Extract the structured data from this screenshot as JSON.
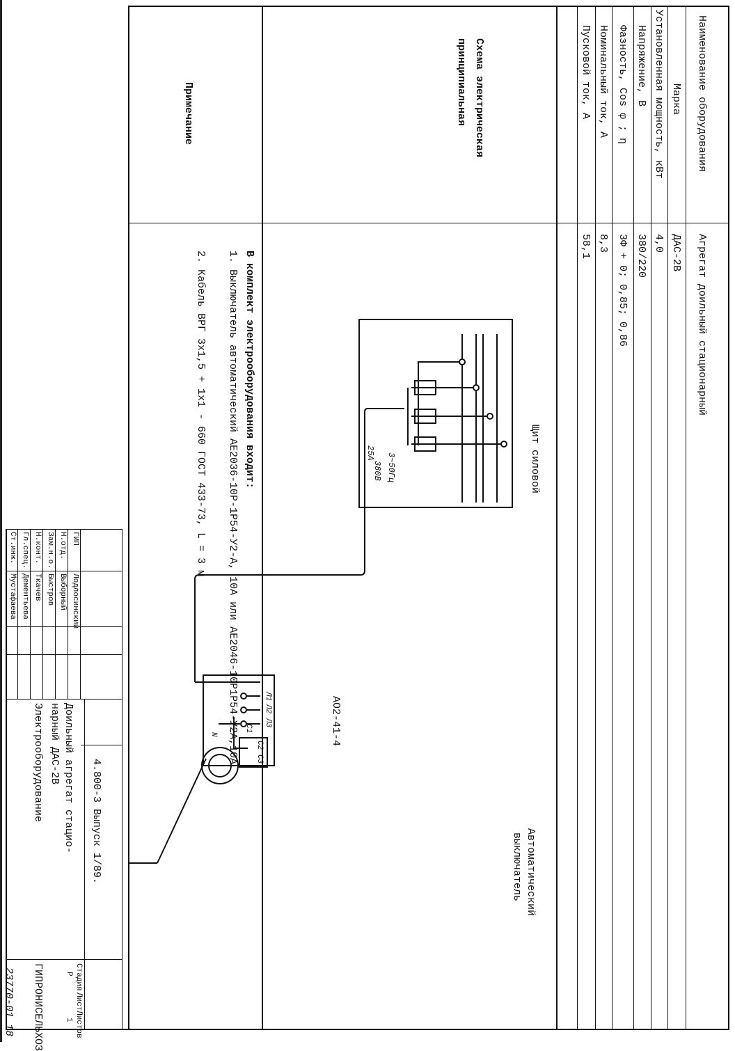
{
  "spec_table": {
    "rows": [
      {
        "label": "Наименование оборудования",
        "value": "Агрегат доильный стационарный"
      },
      {
        "label": "Марка",
        "value": "ДАС-2В"
      },
      {
        "label": "Установленная мощность, кВт",
        "value": "4,0"
      },
      {
        "label": "Напряжение, В",
        "value": "380/220"
      },
      {
        "label": "Фазность, Cos φ ; η",
        "value": "3Ф + 0; 0,85; 0,86"
      },
      {
        "label": "Номинальный ток, А",
        "value": "8,3"
      },
      {
        "label": "Пусковой ток, А",
        "value": "58,1"
      }
    ]
  },
  "schema": {
    "label_line1": "Схема электрическая",
    "label_line2": "принципиальная",
    "panel_title": "Щит силовой",
    "panel_spec1": "3~50Гц",
    "panel_spec2": "380В",
    "panel_spec3": "25А",
    "breaker_label_line1": "Автоматический",
    "breaker_label_line2": "выключатель",
    "terminal_labels": [
      "Л1",
      "Л2",
      "Л3",
      "N",
      "С1",
      "С2",
      "С3"
    ],
    "motor_label": "АО2-41-4"
  },
  "note": {
    "label": "Примечание",
    "heading": "В комплект электрооборудования входит:",
    "items": [
      "1. Выключатель автоматический АЕ2036-10Р-1Р54-У2-А, 10А или АЕ2046-10Р1Р54-У2А,10А",
      "2. Кабель  ВРГ 3х1,5 + 1х1 - 660  ГОСТ 433-73,   L = 3 м"
    ]
  },
  "title_block": {
    "signatures": [
      {
        "role": "ГИП",
        "name": "Лодлосинский"
      },
      {
        "role": "Н.отд.",
        "name": "Выборный"
      },
      {
        "role": "Зам.н.о.",
        "name": "Быстров"
      },
      {
        "role": "Н.конт.",
        "name": "Ткачев"
      },
      {
        "role": "Гл.спец.",
        "name": "Дементьева"
      },
      {
        "role": "Ст.инж.",
        "name": "Мустафаева"
      }
    ],
    "code": "4.800-3  Выпуск 1/89.",
    "title_line1": "Доильный агрегат стацио-",
    "title_line2": "нарный  ДАС-2В",
    "title_line3": "Электрооборудование",
    "stage_header": "Стадия",
    "sheet_header": "Лист",
    "sheets_header": "Листов",
    "stage_value": "Р",
    "sheets_value": "1",
    "org": "ГИПРОНИСЕЛЬХОЗ",
    "drawing_number": "23770-01   18"
  }
}
